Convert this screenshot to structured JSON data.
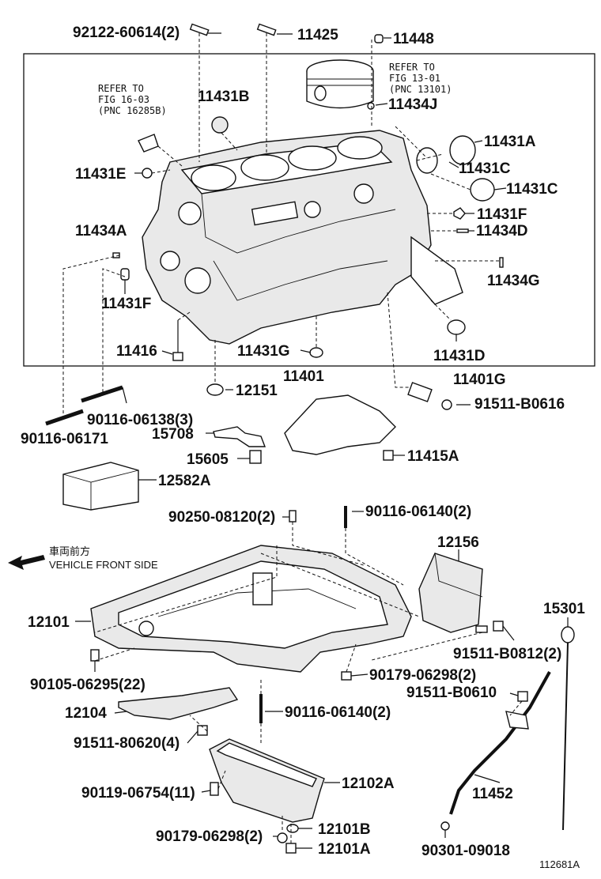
{
  "labels": {
    "l1": "92122-60614(2)",
    "l2": "11425",
    "l3": "11448",
    "l4": "11431B",
    "l5": "11434J",
    "l6": "11431A",
    "l7": "11431E",
    "l8": "11431C",
    "l9": "11431C",
    "l10": "11431F",
    "l11": "11434D",
    "l12": "11434A",
    "l13": "11434G",
    "l14": "11431F",
    "l15": "11416",
    "l16": "11431G",
    "l17": "11431D",
    "l18": "11401",
    "l19": "11401G",
    "l20": "12151",
    "l21": "91511-B0616",
    "l22": "90116-06138(3)",
    "l23": "15708",
    "l24": "90116-06171",
    "l25": "15605",
    "l26": "11415A",
    "l27": "12582A",
    "l28": "90250-08120(2)",
    "l29": "90116-06140(2)",
    "l30": "12156",
    "l31": "12101",
    "l32": "15301",
    "l33": "91511-B0812(2)",
    "l34": "90105-06295(22)",
    "l35": "90179-06298(2)",
    "l36": "91511-B0610",
    "l37": "12104",
    "l38": "90116-06140(2)",
    "l39": "91511-80620(4)",
    "l40": "12102A",
    "l41": "90119-06754(11)",
    "l42": "11452",
    "l43": "90179-06298(2)",
    "l44": "12101B",
    "l45": "12101A",
    "l46": "90301-09018"
  },
  "notes": {
    "refer_fig_16_line1": "REFER TO",
    "refer_fig_16_line2": "FIG 16-03",
    "refer_fig_16_line3": "(PNC 16285B)",
    "refer_fig_13_line1": "REFER TO",
    "refer_fig_13_line2": "FIG 13-01",
    "refer_fig_13_line3": "(PNC 13101)",
    "vehicle_front_jp": "車両前方",
    "vehicle_front_en": "VEHICLE FRONT SIDE"
  },
  "figure_id": "112681A"
}
